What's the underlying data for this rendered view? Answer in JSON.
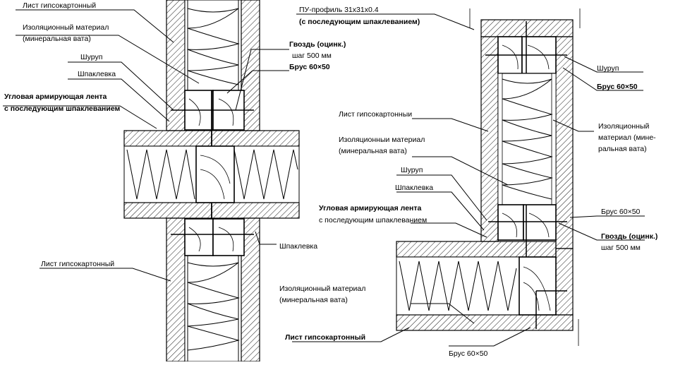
{
  "left_diagram": {
    "labels": {
      "drywall_top": "Лист гипсокартонный",
      "insulation_1": "Изоляционный материал",
      "insulation_2": "(минеральная вата)",
      "screw": "Шуруп",
      "putty": "Шпаклевка",
      "tape_1": "Угловая армирующая лента",
      "tape_2": "с последующим шпаклеванием",
      "nail_1": "Гвоздь (оцинк.)",
      "nail_2": "шаг 500 мм",
      "beam": "Брус 60×50",
      "putty_bottom": "Шпаклевка",
      "drywall_bottom": "Лист гипсокартонный"
    }
  },
  "right_diagram": {
    "labels": {
      "profile_1": "ПУ-профиль 31х31х0.4",
      "profile_2": "(с последующим шпаклеванием)",
      "screw_top": "Шуруп",
      "beam_top": "Брус 60×50",
      "drywall": "Лист гипсокартонныи",
      "insulation_side_1": "Изоляционный",
      "insulation_side_2": "материал (мине-",
      "insulation_side_3": "ральная вата)",
      "insulation_mid_1": "Изоляционныи материал",
      "insulation_mid_2": "(минеральная вата)",
      "screw": "Шуруп",
      "putty": "Шпаклевка",
      "tape_1": "Угловая армирующая лента",
      "tape_2": "с последующим шпаклеванием",
      "beam_mid": "Брус 60×50",
      "nail_1": "Гвоздь (оцинк.)",
      "nail_2": "шаг 500 мм",
      "insulation_low_1": "Изоляционный материал",
      "insulation_low_2": "(минеральная вата)",
      "drywall_bottom": "Лист гипсокартонный",
      "beam_bottom": "Брус 60×50"
    }
  }
}
